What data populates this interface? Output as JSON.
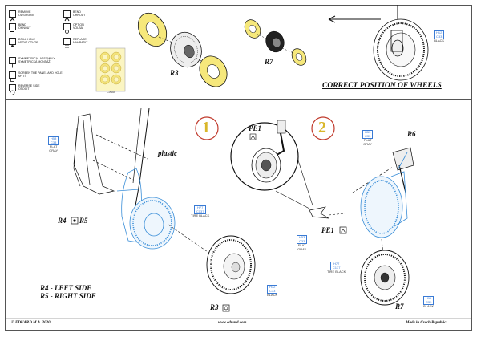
{
  "legend": [
    {
      "icon": "remove-icon",
      "text": "REMOVE\nODSTRANIT"
    },
    {
      "icon": "bend-icon",
      "text": "BEND\nOHNOUT"
    },
    {
      "icon": "bend-chnoust-icon",
      "text": "BEND\nOHNOUT"
    },
    {
      "icon": "option-icon",
      "text": "OPTION\nVOLBA"
    },
    {
      "icon": "drill-icon",
      "text": "DRILL HOLE\nVRTAT OTVOR"
    },
    {
      "icon": "replace-icon",
      "text": "REPLACE\nNAHRADIT"
    },
    {
      "icon": "symmetric-icon",
      "text": "SYMMETRICAL ASSEMBLY\nSYMETRICKÁ MONTÁŽ"
    },
    {
      "icon": "screen-icon",
      "text": "SCREEN THE PANEL AND HOLE\nMYTÍ"
    },
    {
      "icon": "reverse-icon",
      "text": "REVERSE SIDE\nOTOČIT"
    }
  ],
  "mask_code": "CX60",
  "labels": {
    "r3_top": "R3",
    "r7_top": "R7",
    "correct_position": "CORRECT POSITION OF WHEELS",
    "step1": "1",
    "step2": "2",
    "plastic": "plastic",
    "pe1_detail": "PE1",
    "r6": "R6",
    "pe1_main": "PE1",
    "r4r5": "R4",
    "r5_suffix": "R5",
    "r3_bottom": "R3",
    "r7_bottom": "R7",
    "left_side": "R4 - LEFT SIDE",
    "right_side": "R5 - RIGHT SIDE"
  },
  "paint_tags": {
    "black_top": {
      "code": "H12\nC33",
      "name": "BLACK"
    },
    "flat_gray_left": {
      "code": "H53\nC33",
      "name": "FLAT\nGRAY"
    },
    "tire_black_left": {
      "code": "H77\nC137",
      "name": "TIRE BLACK"
    },
    "black_r3": {
      "code": "H12\nC33",
      "name": "BLACK"
    },
    "flat_gray_right": {
      "code": "H53\nC33",
      "name": "FLAT\nGRAY"
    },
    "flat_gray_pe1": {
      "code": "H53\nC33",
      "name": "FLAT\nGRAY"
    },
    "tire_black_right": {
      "code": "H77\nC137",
      "name": "TIRE BLACK"
    },
    "black_r7": {
      "code": "H12\nC33",
      "name": "BLACK"
    }
  },
  "footer": {
    "left": "© EDUARD M.A. 2020",
    "center": "www.eduard.com",
    "right": "Made in Czech Republic"
  }
}
